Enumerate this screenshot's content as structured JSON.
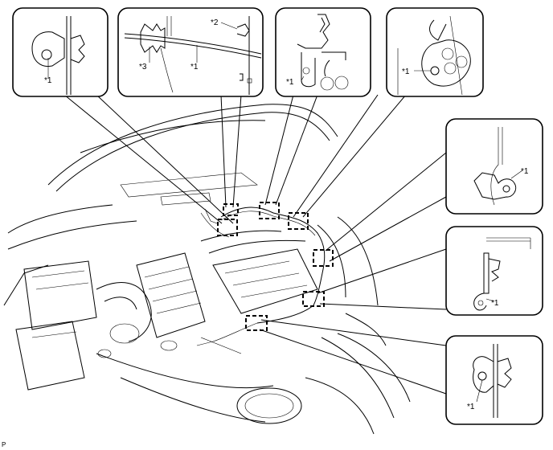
{
  "labels": {
    "clip_a": "*1",
    "clip_b_wire": "*1",
    "clip_b_bracket": "*2",
    "clip_b_grommet": "*3",
    "clip_c": "*1",
    "clip_d": "*1",
    "clip_e": "*1",
    "clip_f": "*1",
    "clip_g": "*1",
    "corner": "P"
  }
}
